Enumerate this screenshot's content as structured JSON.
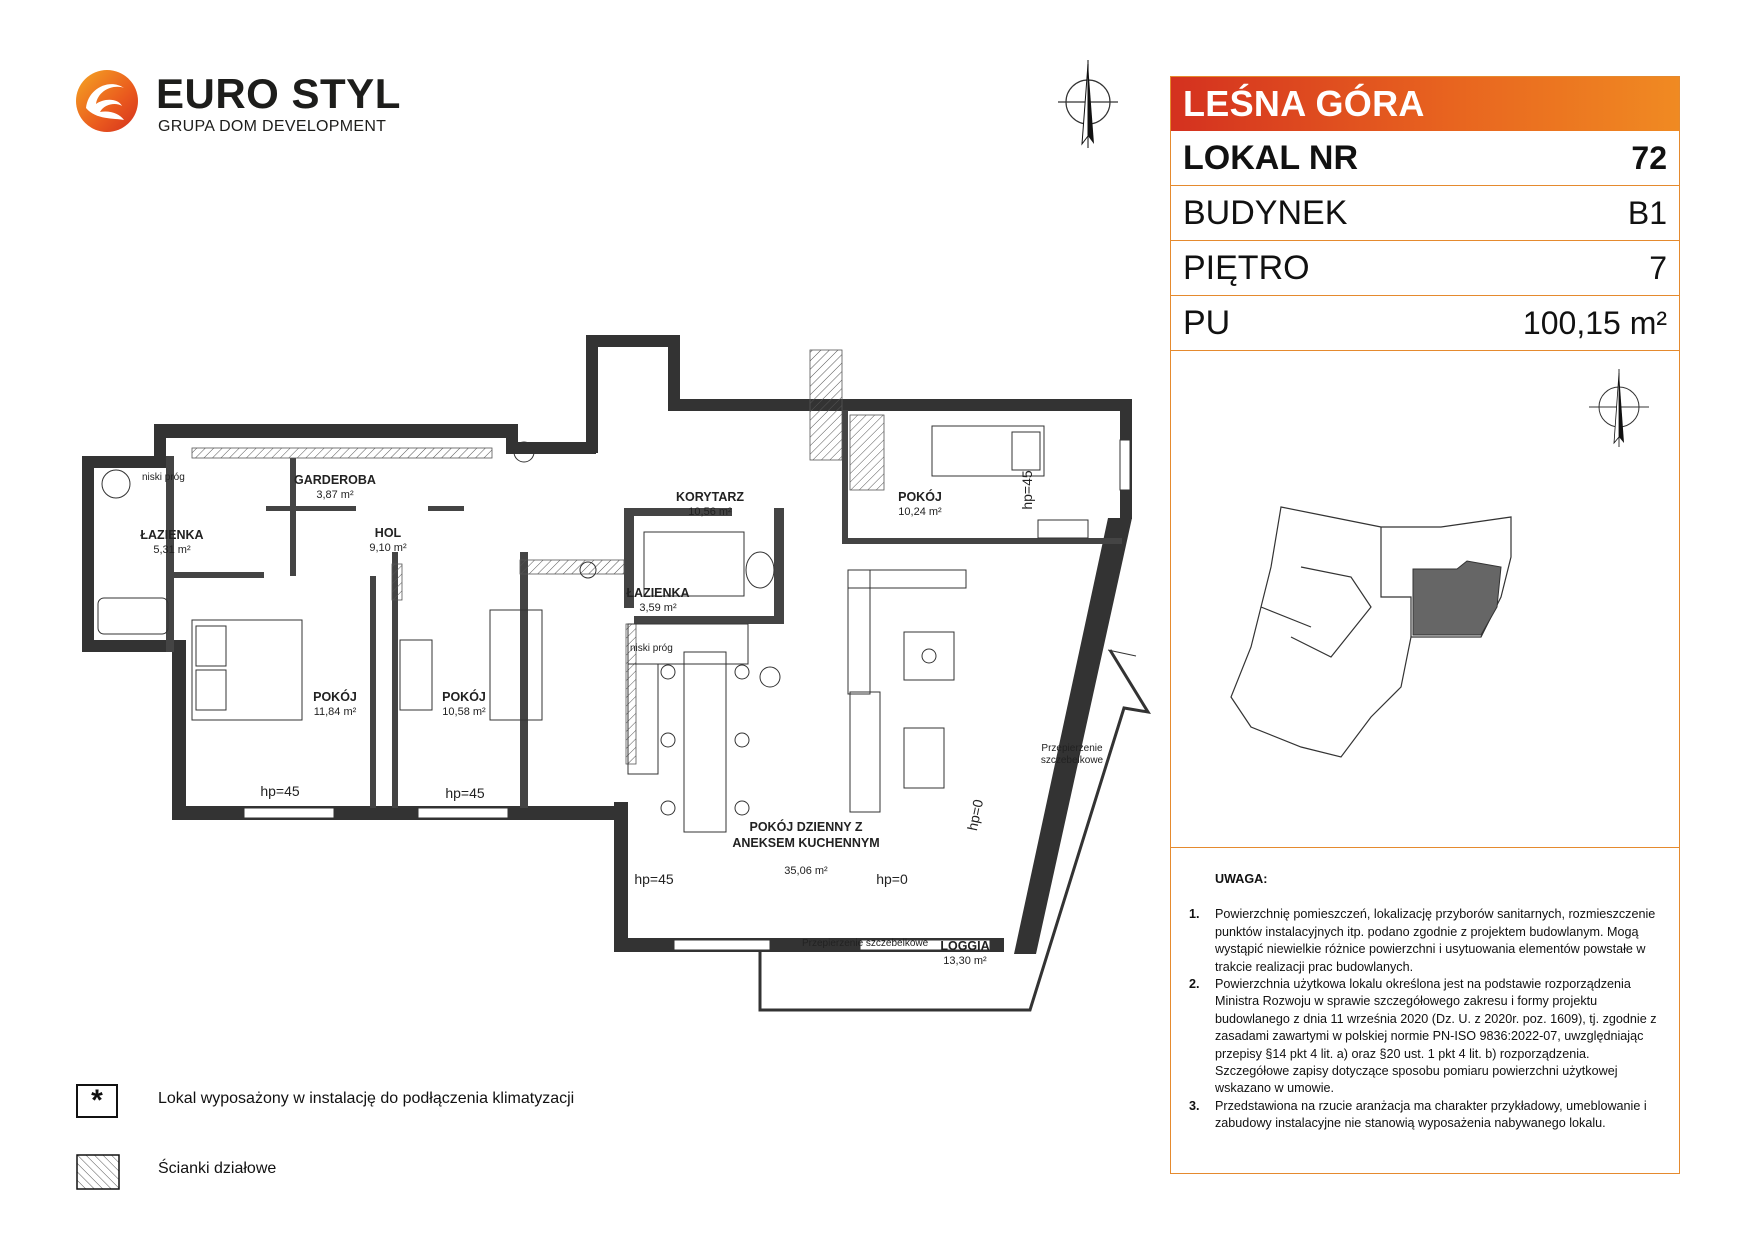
{
  "brand": {
    "name": "EURO STYL",
    "subtitle": "GRUPA DOM DEVELOPMENT",
    "colors": {
      "orange": "#f08a22",
      "red": "#d4311f",
      "accent_line": "#e58a2e"
    }
  },
  "panel": {
    "project": "LEŚNA GÓRA",
    "rows": [
      {
        "label": "LOKAL NR",
        "value": "72"
      },
      {
        "label": "BUDYNEK",
        "value": "B1"
      },
      {
        "label": "PIĘTRO",
        "value": "7"
      },
      {
        "label": "PU",
        "value": "100,15 m²"
      }
    ]
  },
  "notes": {
    "title": "UWAGA:",
    "items": [
      {
        "num": "1.",
        "text": "Powierzchnię pomieszczeń, lokalizację przyborów sanitarnych, rozmieszczenie punktów instalacyjnych itp. podano zgodnie z projektem budowlanym. Mogą wystąpić niewielkie różnice powierzchni i usytuowania elementów powstałe w trakcie realizacji prac budowlanych."
      },
      {
        "num": "2.",
        "text": "Powierzchnia użytkowa lokalu określona jest na podstawie rozporządzenia Ministra Rozwoju w sprawie szczegółowego zakresu i formy projektu budowlanego z dnia 11 września 2020 (Dz. U. z 2020r. poz. 1609), tj. zgodnie z zasadami zawartymi w polskiej normie PN-ISO 9836:2022-07, uwzględniając przepisy §14 pkt 4 lit. a) oraz §20 ust. 1 pkt 4 lit. b) rozporządzenia. Szczegółowe zapisy dotyczące sposobu pomiaru powierzchni użytkowej wskazano w umowie."
      },
      {
        "num": "3.",
        "text": "Przedstawiona na rzucie aranżacja ma charakter przykładowy, umeblowanie i zabudowy instalacyjne nie stanowią wyposażenia nabywanego lokalu."
      }
    ]
  },
  "rooms": {
    "garderoba": {
      "name": "GARDEROBA",
      "area": "3,87 m²"
    },
    "hol": {
      "name": "HOL",
      "area": "9,10 m²"
    },
    "lazienka1": {
      "name": "ŁAZIENKA",
      "area": "5,31 m²"
    },
    "korytarz": {
      "name": "KORYTARZ",
      "area": "10,56 m²"
    },
    "pokoj_ne": {
      "name": "POKÓJ",
      "area": "10,24 m²"
    },
    "lazienka2": {
      "name": "ŁAZIENKA",
      "area": "3,59 m²"
    },
    "pokoj_sw": {
      "name": "POKÓJ",
      "area": "11,84 m²"
    },
    "pokoj_s": {
      "name": "POKÓJ",
      "area": "10,58 m²"
    },
    "dzienny_line1": "POKÓJ DZIENNY Z",
    "dzienny_line2": "ANEKSEM KUCHENNYM",
    "dzienny_area": "35,06 m²",
    "loggia": {
      "name": "LOGGIA",
      "area": "13,30 m²"
    }
  },
  "plan_labels": {
    "hp45": "hp=45",
    "hp0": "hp=0",
    "niski_prog": "niski próg",
    "przepierzenie": "Przepierzenie szczebelkowe",
    "przepierzenie_l1": "Przepierzenie",
    "przepierzenie_l2": "szczebelkowe"
  },
  "legend": {
    "ac_symbol": "*",
    "ac_text": "Lokal wyposażony w instalację do podłączenia klimatyzacji",
    "walls_text": "Ścianki działowe"
  }
}
